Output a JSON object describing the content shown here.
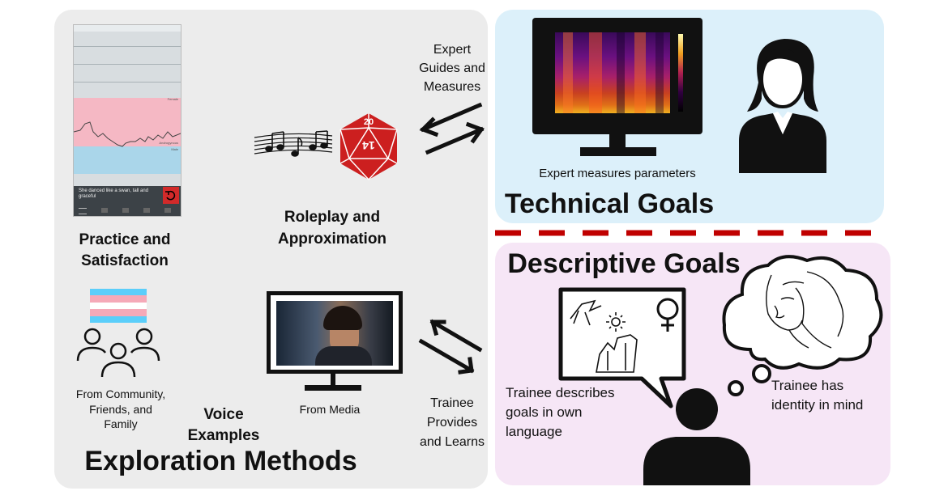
{
  "left_panel": {
    "title": "Exploration Methods",
    "phone": {
      "caption": "She danced like a swan, tall and graceful",
      "top_label": "Female",
      "mid_label": "Androgynous",
      "low_label": "Male"
    },
    "practice_label": "Practice and\nSatisfaction",
    "roleplay_label": "Roleplay and\nApproximation",
    "dice_top": "20",
    "dice_center": "14",
    "community_label": "From Community,\nFriends, and\nFamily",
    "voice_examples_label": "Voice\nExamples",
    "media_label": "From Media"
  },
  "arrows": {
    "top_label": "Expert\nGuides and\nMeasures",
    "bottom_label": "Trainee\nProvides\nand Learns"
  },
  "technical_panel": {
    "title": "Technical Goals",
    "caption": "Expert measures parameters"
  },
  "descriptive_panel": {
    "title": "Descriptive Goals",
    "describes_label": "Trainee describes\ngoals in own\nlanguage",
    "identity_label": "Trainee has\nidentity in mind"
  },
  "colors": {
    "left_panel_bg": "#ececec",
    "technical_bg": "#dcf0fa",
    "descriptive_bg": "#f6e6f6",
    "divider": "#c00000",
    "dice_red": "#cc1f1f",
    "trans_blue": "#5bcefa",
    "trans_pink": "#f5a9b8"
  }
}
